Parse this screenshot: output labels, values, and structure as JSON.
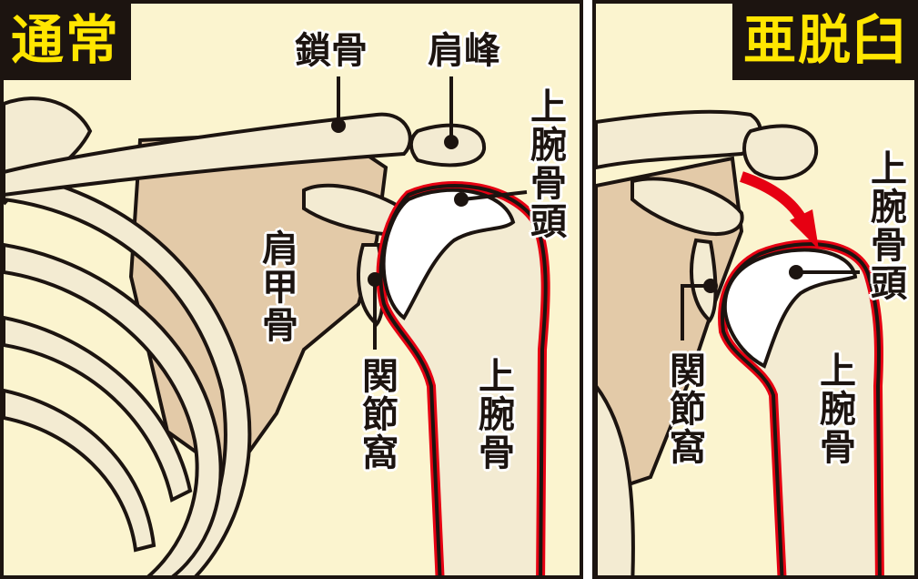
{
  "colors": {
    "bone": "#f3ebd2",
    "bone_shadow": "#e3caa8",
    "outline": "#1c1410",
    "highlight": "#e60012",
    "title_text": "#ffe600",
    "background": "#fbf4cf"
  },
  "left_panel": {
    "title": "通常",
    "labels": {
      "clavicle": "鎖骨",
      "acromion": "肩峰",
      "humeral_head": "上腕骨頭",
      "scapula": "肩甲骨",
      "glenoid": "関節窩",
      "humerus": "上腕骨"
    }
  },
  "right_panel": {
    "title": "亜脱臼",
    "labels": {
      "humeral_head": "上腕骨頭",
      "glenoid": "関節窩",
      "humerus": "上腕骨"
    },
    "arrow_icon": "red-arrow-icon"
  }
}
